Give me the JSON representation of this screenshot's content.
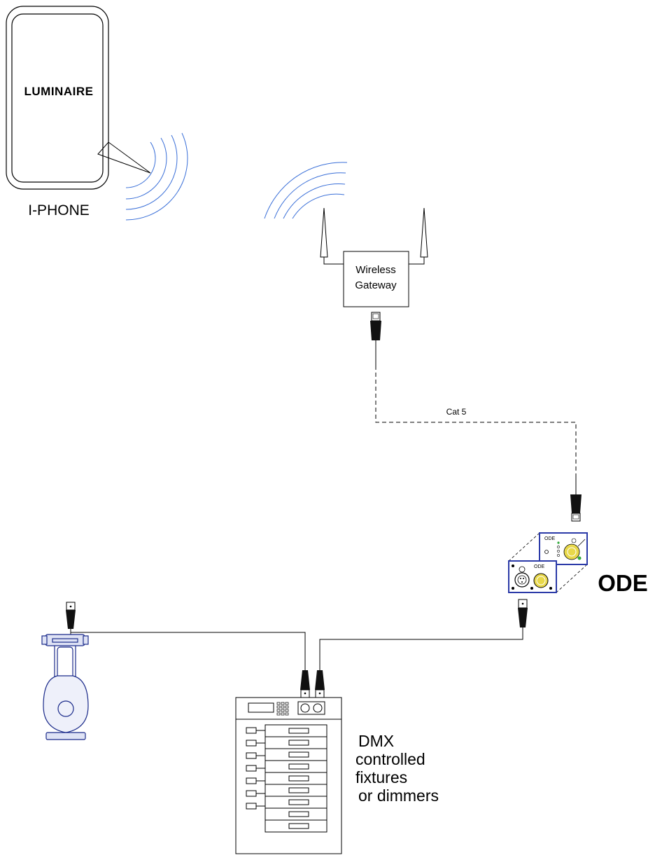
{
  "phone": {
    "brand": "LUMINAIRE",
    "label": "I-PHONE"
  },
  "gateway": {
    "label_line1": "Wireless",
    "label_line2": "Gateway"
  },
  "cable": {
    "label": "Cat 5"
  },
  "ode": {
    "label": "ODE",
    "panel_text": "ODE"
  },
  "dmx": {
    "line1": "DMX",
    "line2": "controlled",
    "line3": "fixtures",
    "line4": "or dimmers"
  },
  "colors": {
    "signal_waves": "#3a6fd8",
    "ode_frame": "#2b3aa8",
    "fixture_outline": "#1a2a8a",
    "connector_yellow": "#e8d84a",
    "led_green": "#2faa3a"
  }
}
